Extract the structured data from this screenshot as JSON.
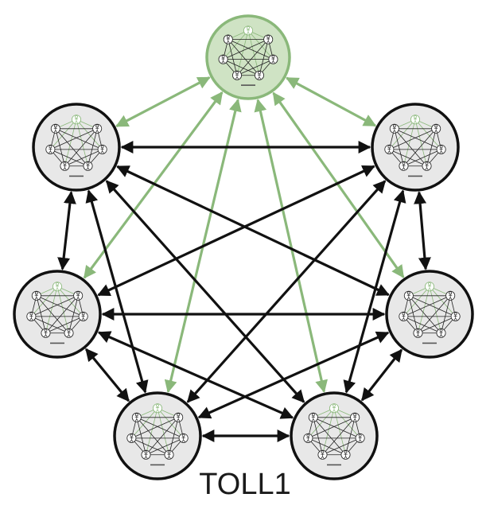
{
  "label": "TOLL1",
  "colors": {
    "black": "#111111",
    "green": "#8ab87a",
    "node_fill": "#e8e8e8",
    "hub_fill": "#cfe3c4"
  },
  "nodes": [
    {
      "id": "top",
      "kind": "hub"
    },
    {
      "id": "upper-left",
      "kind": "node"
    },
    {
      "id": "upper-right",
      "kind": "node"
    },
    {
      "id": "middle-left",
      "kind": "node"
    },
    {
      "id": "middle-right",
      "kind": "node"
    },
    {
      "id": "bottom-left",
      "kind": "node"
    },
    {
      "id": "bottom-right",
      "kind": "node"
    }
  ],
  "edges": [
    {
      "from": "top",
      "to": "upper-left",
      "color": "green"
    },
    {
      "from": "top",
      "to": "upper-right",
      "color": "green"
    },
    {
      "from": "top",
      "to": "middle-left",
      "color": "green"
    },
    {
      "from": "top",
      "to": "middle-right",
      "color": "green"
    },
    {
      "from": "top",
      "to": "bottom-left",
      "color": "green"
    },
    {
      "from": "top",
      "to": "bottom-right",
      "color": "green"
    },
    {
      "from": "upper-left",
      "to": "upper-right",
      "color": "black"
    },
    {
      "from": "upper-left",
      "to": "middle-left",
      "color": "black"
    },
    {
      "from": "upper-left",
      "to": "middle-right",
      "color": "black"
    },
    {
      "from": "upper-left",
      "to": "bottom-left",
      "color": "black"
    },
    {
      "from": "upper-left",
      "to": "bottom-right",
      "color": "black"
    },
    {
      "from": "upper-right",
      "to": "middle-left",
      "color": "black"
    },
    {
      "from": "upper-right",
      "to": "middle-right",
      "color": "black"
    },
    {
      "from": "upper-right",
      "to": "bottom-left",
      "color": "black"
    },
    {
      "from": "upper-right",
      "to": "bottom-right",
      "color": "black"
    },
    {
      "from": "middle-left",
      "to": "middle-right",
      "color": "black"
    },
    {
      "from": "middle-left",
      "to": "bottom-left",
      "color": "black"
    },
    {
      "from": "middle-left",
      "to": "bottom-right",
      "color": "black"
    },
    {
      "from": "middle-right",
      "to": "bottom-left",
      "color": "black"
    },
    {
      "from": "middle-right",
      "to": "bottom-right",
      "color": "black"
    },
    {
      "from": "bottom-left",
      "to": "bottom-right",
      "color": "black"
    }
  ]
}
